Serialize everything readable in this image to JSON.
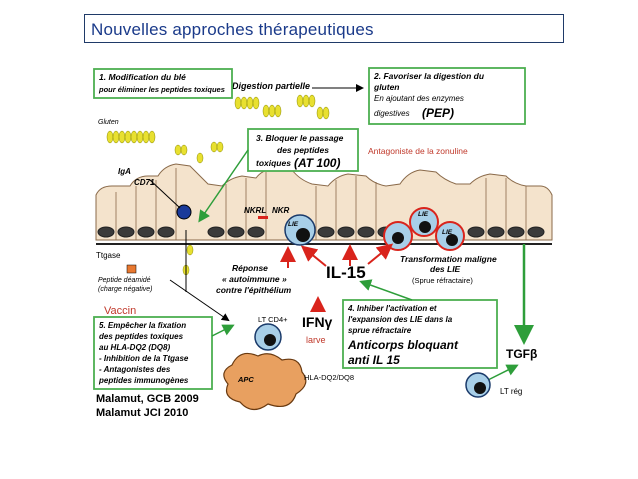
{
  "slide": {
    "title": "Nouvelles approches  thérapeutiques"
  },
  "colors": {
    "title_text": "#1a3a8a",
    "green_box": "#4caf50",
    "red_arrow": "#d9241c",
    "villi_fill": "#f2e0c8",
    "gluten_yellow": "#e8e030"
  },
  "boxes": {
    "box1": {
      "line1": "1. Modification du blé",
      "line2": "pour éliminer les peptides toxiques"
    },
    "box2": {
      "line1": "2. Favoriser la digestion du",
      "line2": "gluten",
      "line3": "En ajoutant des enzymes",
      "line4": "digestives",
      "line4_big": "(PEP)"
    },
    "box3": {
      "line1": "3. Bloquer le passage",
      "line2": "des peptides",
      "line3": "toxiques",
      "line3_big": "(AT 100)"
    },
    "box4": {
      "line1": "4. Inhiber l'activation et",
      "line2": "l'expansion des LIE dans la",
      "line3": "sprue réfractaire",
      "line4": "Anticorps bloquant",
      "line5": "anti IL 15"
    },
    "box5": {
      "line1": "5. Empêcher la fixation",
      "line2": "des peptides toxiques",
      "line3": "au HLA-DQ2 (DQ8)",
      "line4": "- Inhibition de la Ttgase",
      "line5": "- Antagonistes des",
      "line6": "peptides immunogènes"
    }
  },
  "labels": {
    "gluten": "Gluten",
    "digestion": "Digestion partielle",
    "zonuline": "Antagoniste de la zonuline",
    "iga": "IgA",
    "cd71": "CD71",
    "nkrl": "NKRL",
    "nkr": "NKR",
    "lie1": "LIE",
    "lie2": "LIE",
    "lie3": "LIE",
    "ttgase": "Ttgase",
    "peptide1": "Peptide déamidé",
    "peptide2": "(charge négative)",
    "reponse1": "Réponse",
    "reponse2": "« autoimmune »",
    "reponse3": "contre l'épithélium",
    "il15": "IL-15",
    "transfo1": "Transformation maligne",
    "transfo2": "des LIE",
    "transfo3": "(Sprue réfractaire)",
    "vaccin": "Vaccin",
    "lt_cd4": "LT CD4+",
    "ifn": "IFNγ",
    "larve": "larve",
    "apc": "APC",
    "hla": "HLA-DQ2/DQ8",
    "tgf": "TGFβ",
    "lt_reg": "LT rég",
    "ref1": "Malamut, GCB 2009",
    "ref2": "Malamut JCI 2010"
  }
}
